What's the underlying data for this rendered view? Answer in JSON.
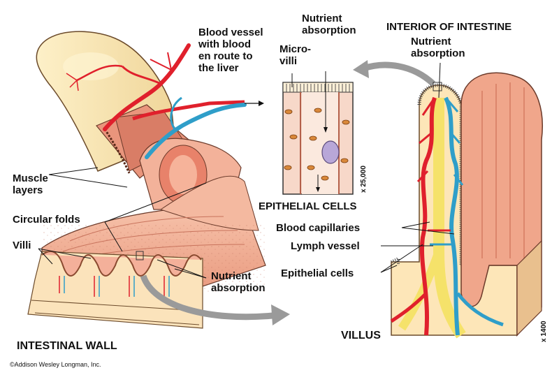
{
  "labels": {
    "blood_vessel": "Blood vessel\nwith blood\nen route to\nthe liver",
    "nutrient_absorption_top": "Nutrient\nabsorption",
    "microvilli": "Micro-\nvilli",
    "interior_title": "INTERIOR OF INTESTINE",
    "nutrient_absorption_villus": "Nutrient\nabsorption",
    "muscle_layers": "Muscle\nlayers",
    "circular_folds": "Circular folds",
    "villi": "Villi",
    "epithelial_cells_caption": "EPITHELIAL CELLS",
    "blood_capillaries": "Blood capillaries",
    "lymph_vessel": "Lymph vessel",
    "epithelial_cells": "Epithelial cells",
    "nutrient_absorption_wall": "Nutrient\nabsorption",
    "villus": "VILLUS",
    "intestinal_wall": "INTESTINAL WALL",
    "copyright": "©Addison Wesley Longman, Inc.",
    "mag_epithelial": "x 25,000",
    "mag_villus": "x 1400"
  },
  "colors": {
    "tissue_pink": "#f2a58c",
    "tissue_light": "#f7c9b2",
    "cream": "#fbe7b8",
    "artery_red": "#e0202c",
    "vein_blue": "#2f9ec9",
    "lymph_yellow": "#f5e26a",
    "arrow_gray": "#9a9a9a"
  }
}
